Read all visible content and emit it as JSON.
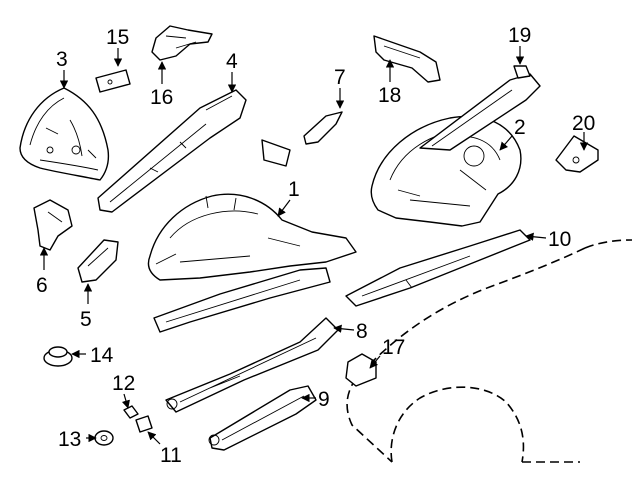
{
  "diagram": {
    "callouts": [
      "1",
      "2",
      "3",
      "4",
      "5",
      "6",
      "7",
      "8",
      "9",
      "10",
      "11",
      "12",
      "13",
      "14",
      "15",
      "16",
      "17",
      "18",
      "19",
      "20"
    ]
  },
  "colors": {
    "line": "#000000",
    "background": "#ffffff"
  }
}
